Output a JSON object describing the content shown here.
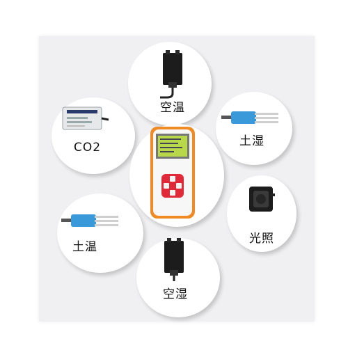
{
  "sensors": {
    "air_temperature": "空温",
    "soil_moisture": "土湿",
    "co2": "CO2",
    "light": "光照",
    "soil_temperature": "土温",
    "air_humidity": "空湿"
  },
  "colors": {
    "panel": "#f0f0f2",
    "meter_body": "#f7f7f7",
    "meter_accent": "#f08a24",
    "keypad": "#e02a3a",
    "probe": "#3a9ad9",
    "sensor_dark": "#1c1c1c",
    "screen": "#b8d84a"
  }
}
